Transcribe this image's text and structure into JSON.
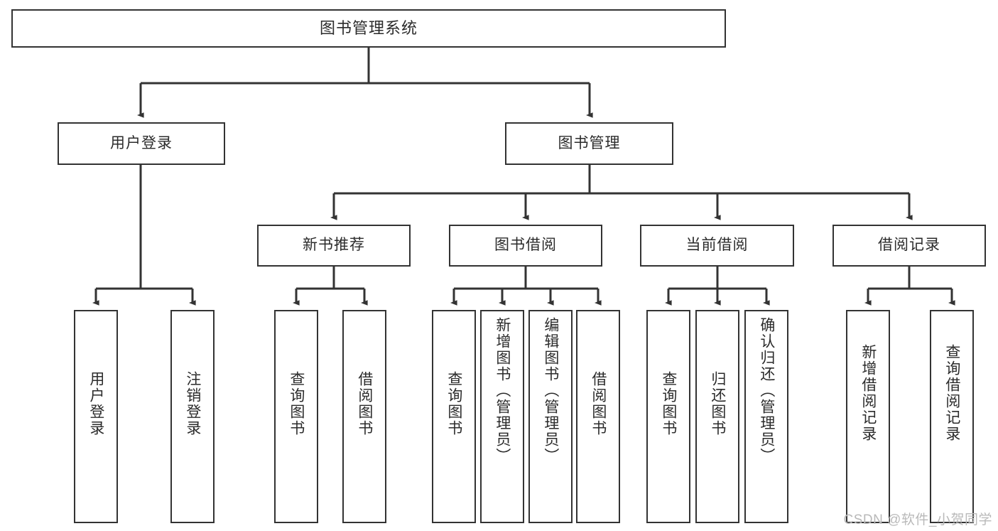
{
  "diagram": {
    "type": "tree",
    "title": "图书管理系统",
    "style": {
      "box_border": "#333333",
      "box_fill": "#ffffff",
      "text": "#2b2b2b",
      "connector": "#333333"
    },
    "root": {
      "label": "图书管理系统"
    },
    "level2": [
      {
        "label": "用户登录"
      },
      {
        "label": "图书管理"
      }
    ],
    "level3": [
      {
        "label": "新书推荐"
      },
      {
        "label": "图书借阅"
      },
      {
        "label": "当前借阅"
      },
      {
        "label": "借阅记录"
      }
    ],
    "leaves": {
      "user_login": [
        {
          "label": "用户登录"
        },
        {
          "label": "注销登录"
        }
      ],
      "new_book": [
        {
          "label": "查询图书"
        },
        {
          "label": "借阅图书"
        }
      ],
      "book_borrow": [
        {
          "label": "查询图书"
        },
        {
          "label": "新增图书（管理员）"
        },
        {
          "label": "编辑图书（管理员）"
        },
        {
          "label": "借阅图书"
        }
      ],
      "current_borrow": [
        {
          "label": "查询图书"
        },
        {
          "label": "归还图书"
        },
        {
          "label": "确认归还（管理员）"
        }
      ],
      "borrow_record": [
        {
          "label": "新增借阅记录"
        },
        {
          "label": "查询借阅记录"
        }
      ]
    }
  },
  "watermark": {
    "text": "CSDN @软件_小贺同学"
  }
}
